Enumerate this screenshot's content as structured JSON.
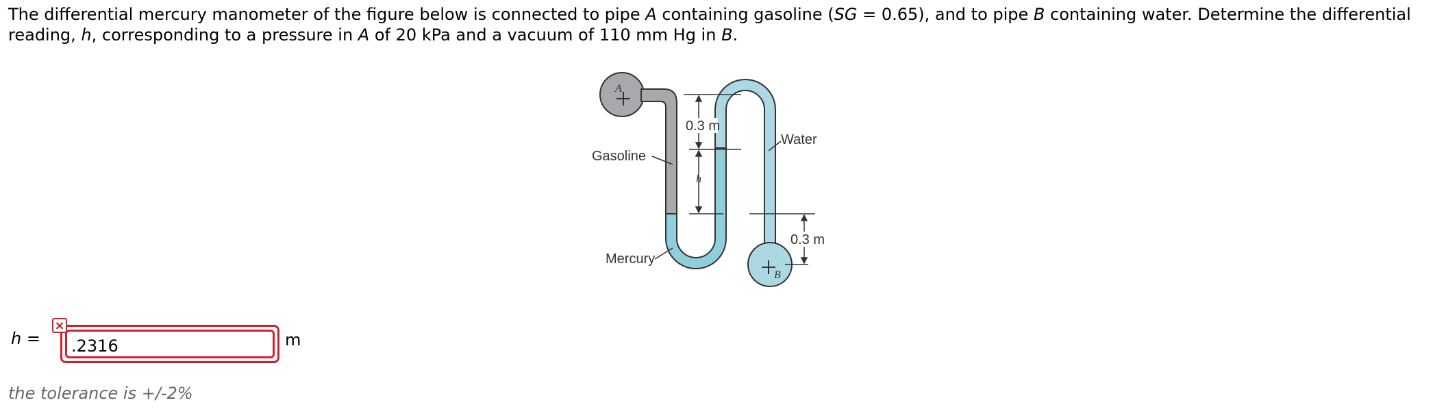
{
  "problem": {
    "t1": "The differential mercury manometer of the figure below is connected to pipe ",
    "A1": "A",
    "t2": " containing gasoline (",
    "SG": "SG",
    "t3": " = 0.65), and to pipe ",
    "B1": "B",
    "t4": " containing water. Determine the differential reading, ",
    "h": "h",
    "t5": ", corresponding to a pressure in ",
    "A2": "A",
    "t6": " of 20 kPa and a vacuum of 110 mm Hg in ",
    "B2": "B",
    "t7": "."
  },
  "figure": {
    "label_A": "A",
    "label_B": "B",
    "dim_top": "0.3 m",
    "dim_h": "h",
    "dim_bottom": "0.3 m",
    "gasoline": "Gasoline",
    "water": "Water",
    "mercury": "Mercury",
    "colors": {
      "gasoline": "#a7a9ac",
      "water": "#acd8e3",
      "mercury": "#8fcfdc",
      "outline": "#333333"
    }
  },
  "answer": {
    "variable": "h",
    "equals": " =",
    "value": ".2316",
    "unit": "m",
    "status": "incorrect",
    "status_icon": "x-mark-icon",
    "badge": "×"
  },
  "tolerance": "the tolerance is +/-2%"
}
